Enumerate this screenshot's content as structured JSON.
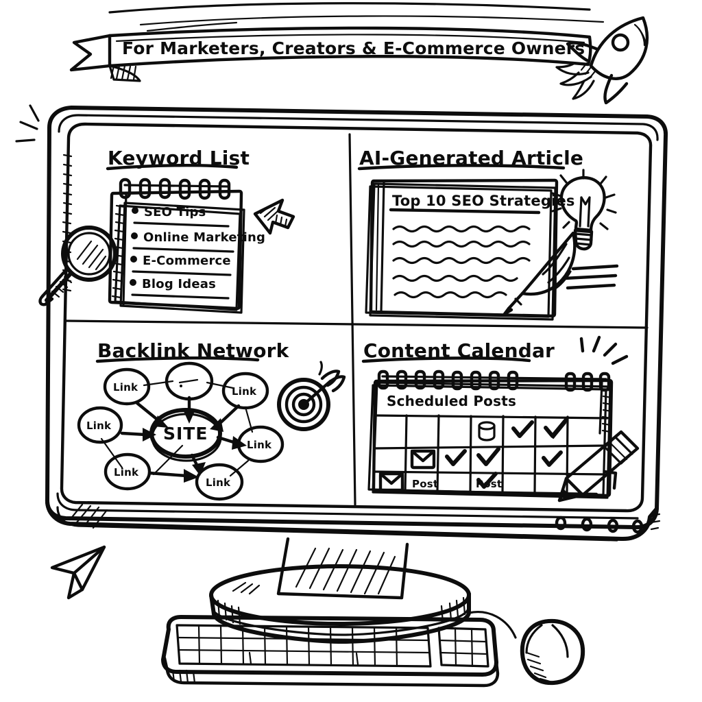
{
  "illustration": {
    "style": "hand-drawn black-and-white doodle",
    "subject": "desktop computer showing an SEO marketing dashboard split into four quadrants"
  },
  "banner": {
    "text": "For Marketers, Creators & E-Commerce Owners",
    "icon": "rocket-icon"
  },
  "quadrants": [
    {
      "id": "keyword-list",
      "title": "Keyword List",
      "notepad": {
        "rings": 6,
        "items": [
          "SEO Tips",
          "Online Marketing",
          "E-Commerce",
          "Blog Ideas"
        ]
      },
      "decorations": [
        "magnifier-icon",
        "cursor-arrow-icon"
      ]
    },
    {
      "id": "ai-generated-article",
      "title": "AI-Generated Article",
      "document": {
        "headline": "Top 10 SEO Strategies",
        "body_lines": 5
      },
      "decorations": [
        "quill-pen-icon",
        "lightbulb-icon"
      ]
    },
    {
      "id": "backlink-network",
      "title": "Backlink Network",
      "graph": {
        "center_label": "SITE",
        "node_label": "Link",
        "link_node_count": 6,
        "blank_node_count": 1
      },
      "decorations": [
        "target-icon",
        "arrow-icon"
      ]
    },
    {
      "id": "content-calendar",
      "title": "Content Calendar",
      "calendar": {
        "rings": 11,
        "heading": "Scheduled Posts",
        "columns": 7,
        "rows": [
          [
            "",
            "",
            "",
            "",
            "cylinder-icon",
            "check-icon",
            "check-icon"
          ],
          [
            "",
            "envelope-icon",
            "check-icon",
            "check-icon",
            "",
            "check-icon",
            ""
          ],
          [
            "envelope-icon",
            "Post",
            "",
            "Post",
            "check-icon",
            "",
            ""
          ]
        ],
        "cell_label": "Post"
      },
      "decorations": [
        "pencil-icon",
        "sparkle-icon"
      ]
    }
  ],
  "hardware": {
    "monitor_indicator_dots": 4,
    "parts": [
      "monitor",
      "stand",
      "base",
      "keyboard",
      "mouse"
    ],
    "decorations": [
      "paper-plane-icon",
      "sparkle-icon"
    ]
  },
  "colors": {
    "ink": "#0d0d0d",
    "paper": "#ffffff"
  }
}
